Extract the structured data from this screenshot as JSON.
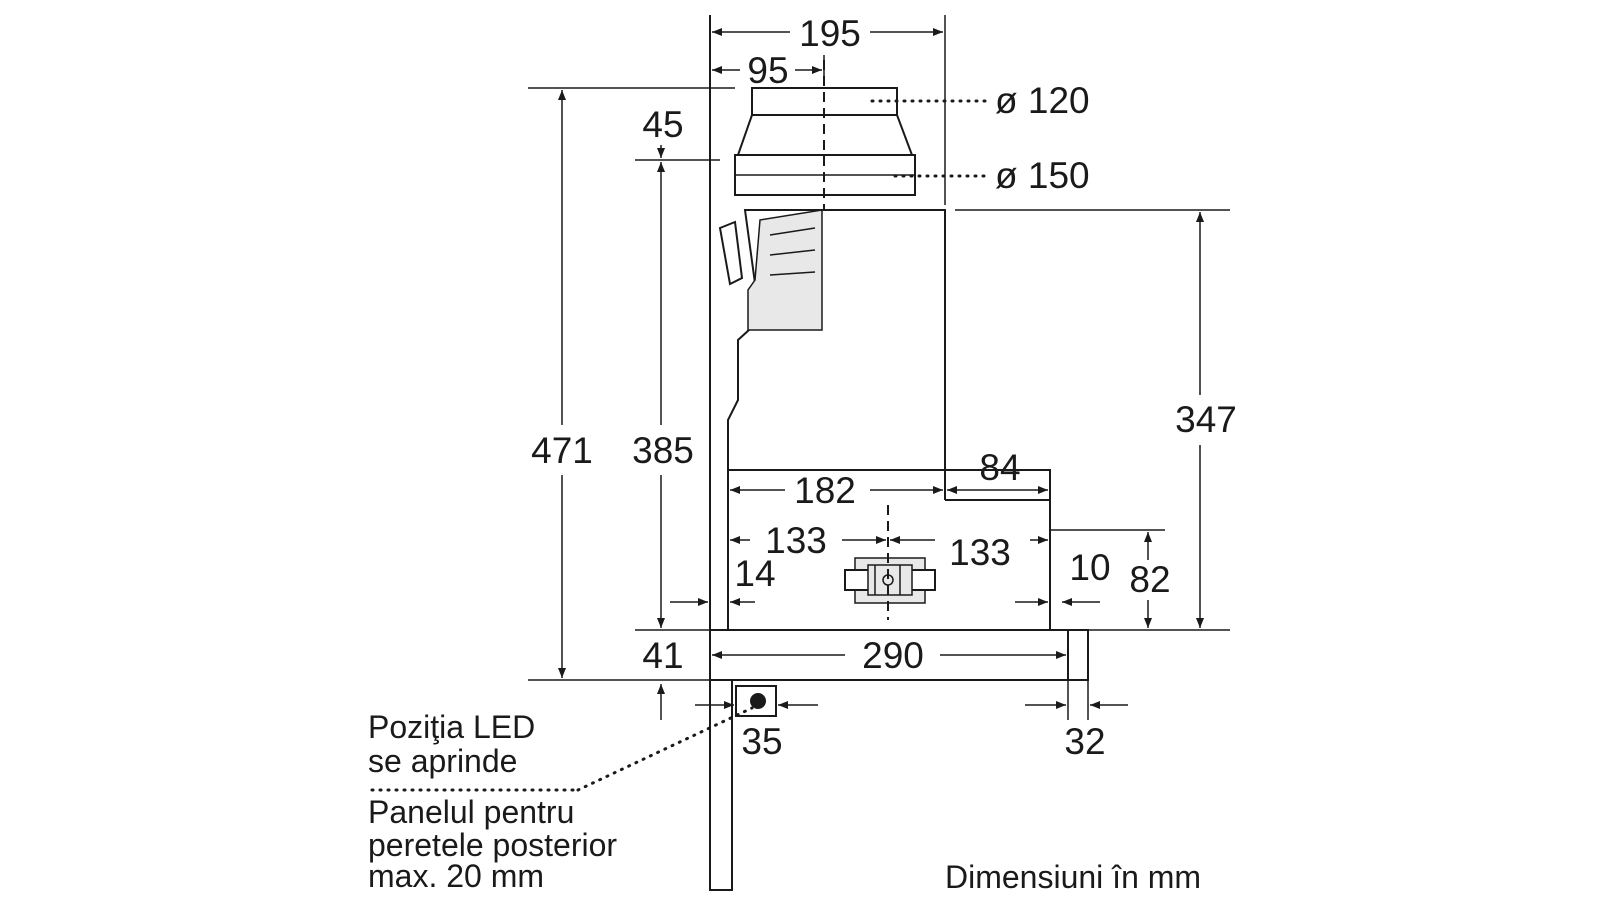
{
  "dimensions": {
    "top_width": "195",
    "duct_offset": "95",
    "diameter_small": "ø 120",
    "diameter_large": "ø 150",
    "top_height": "45",
    "total_height": "471",
    "body_height": "385",
    "right_height": "347",
    "depth_front": "84",
    "inner_width": "182",
    "half_left": "133",
    "half_right": "133",
    "offset_left": "14",
    "offset_right": "10",
    "front_height": "82",
    "panel_width": "290",
    "panel_height": "41",
    "led_offset": "35",
    "front_depth": "32"
  },
  "labels": {
    "led_line1": "Poziţia LED",
    "led_line2": "se aprinde",
    "panel_line1": "Panelul pentru",
    "panel_line2": "peretele posterior",
    "panel_line3": "max. 20 mm",
    "units": "Dimensiuni în mm"
  }
}
